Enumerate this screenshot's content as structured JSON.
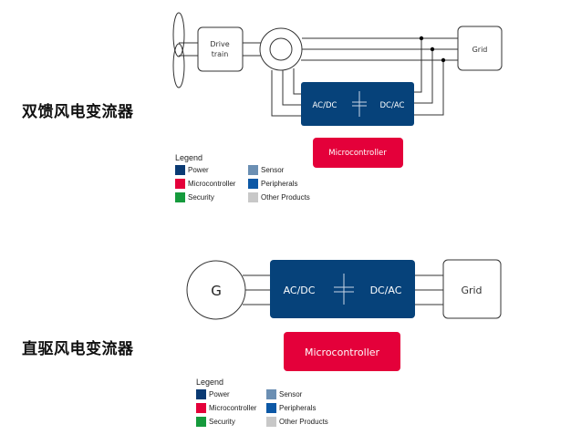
{
  "sections": [
    {
      "title": "双馈风电变流器",
      "blocks": {
        "drive_train": "Drive\ntrain",
        "converter_left": "AC/DC",
        "converter_right": "DC/AC",
        "grid": "Grid",
        "microcontroller": "Microcontroller"
      }
    },
    {
      "title": "直驱风电变流器",
      "blocks": {
        "generator": "G",
        "converter_left": "AC/DC",
        "converter_right": "DC/AC",
        "grid": "Grid",
        "microcontroller": "Microcontroller"
      }
    }
  ],
  "legend": {
    "title": "Legend",
    "items": [
      {
        "label": "Power",
        "color": "#0a3a73"
      },
      {
        "label": "Sensor",
        "color": "#6b8fb3"
      },
      {
        "label": "Microcontroller",
        "color": "#e4003a"
      },
      {
        "label": "Peripherals",
        "color": "#0c58a6"
      },
      {
        "label": "Security",
        "color": "#159a3c"
      },
      {
        "label": "Other Products",
        "color": "#c8c8c8"
      }
    ]
  },
  "colors": {
    "power": "#06427a",
    "microcontroller": "#e4003a",
    "line": "#333333"
  }
}
